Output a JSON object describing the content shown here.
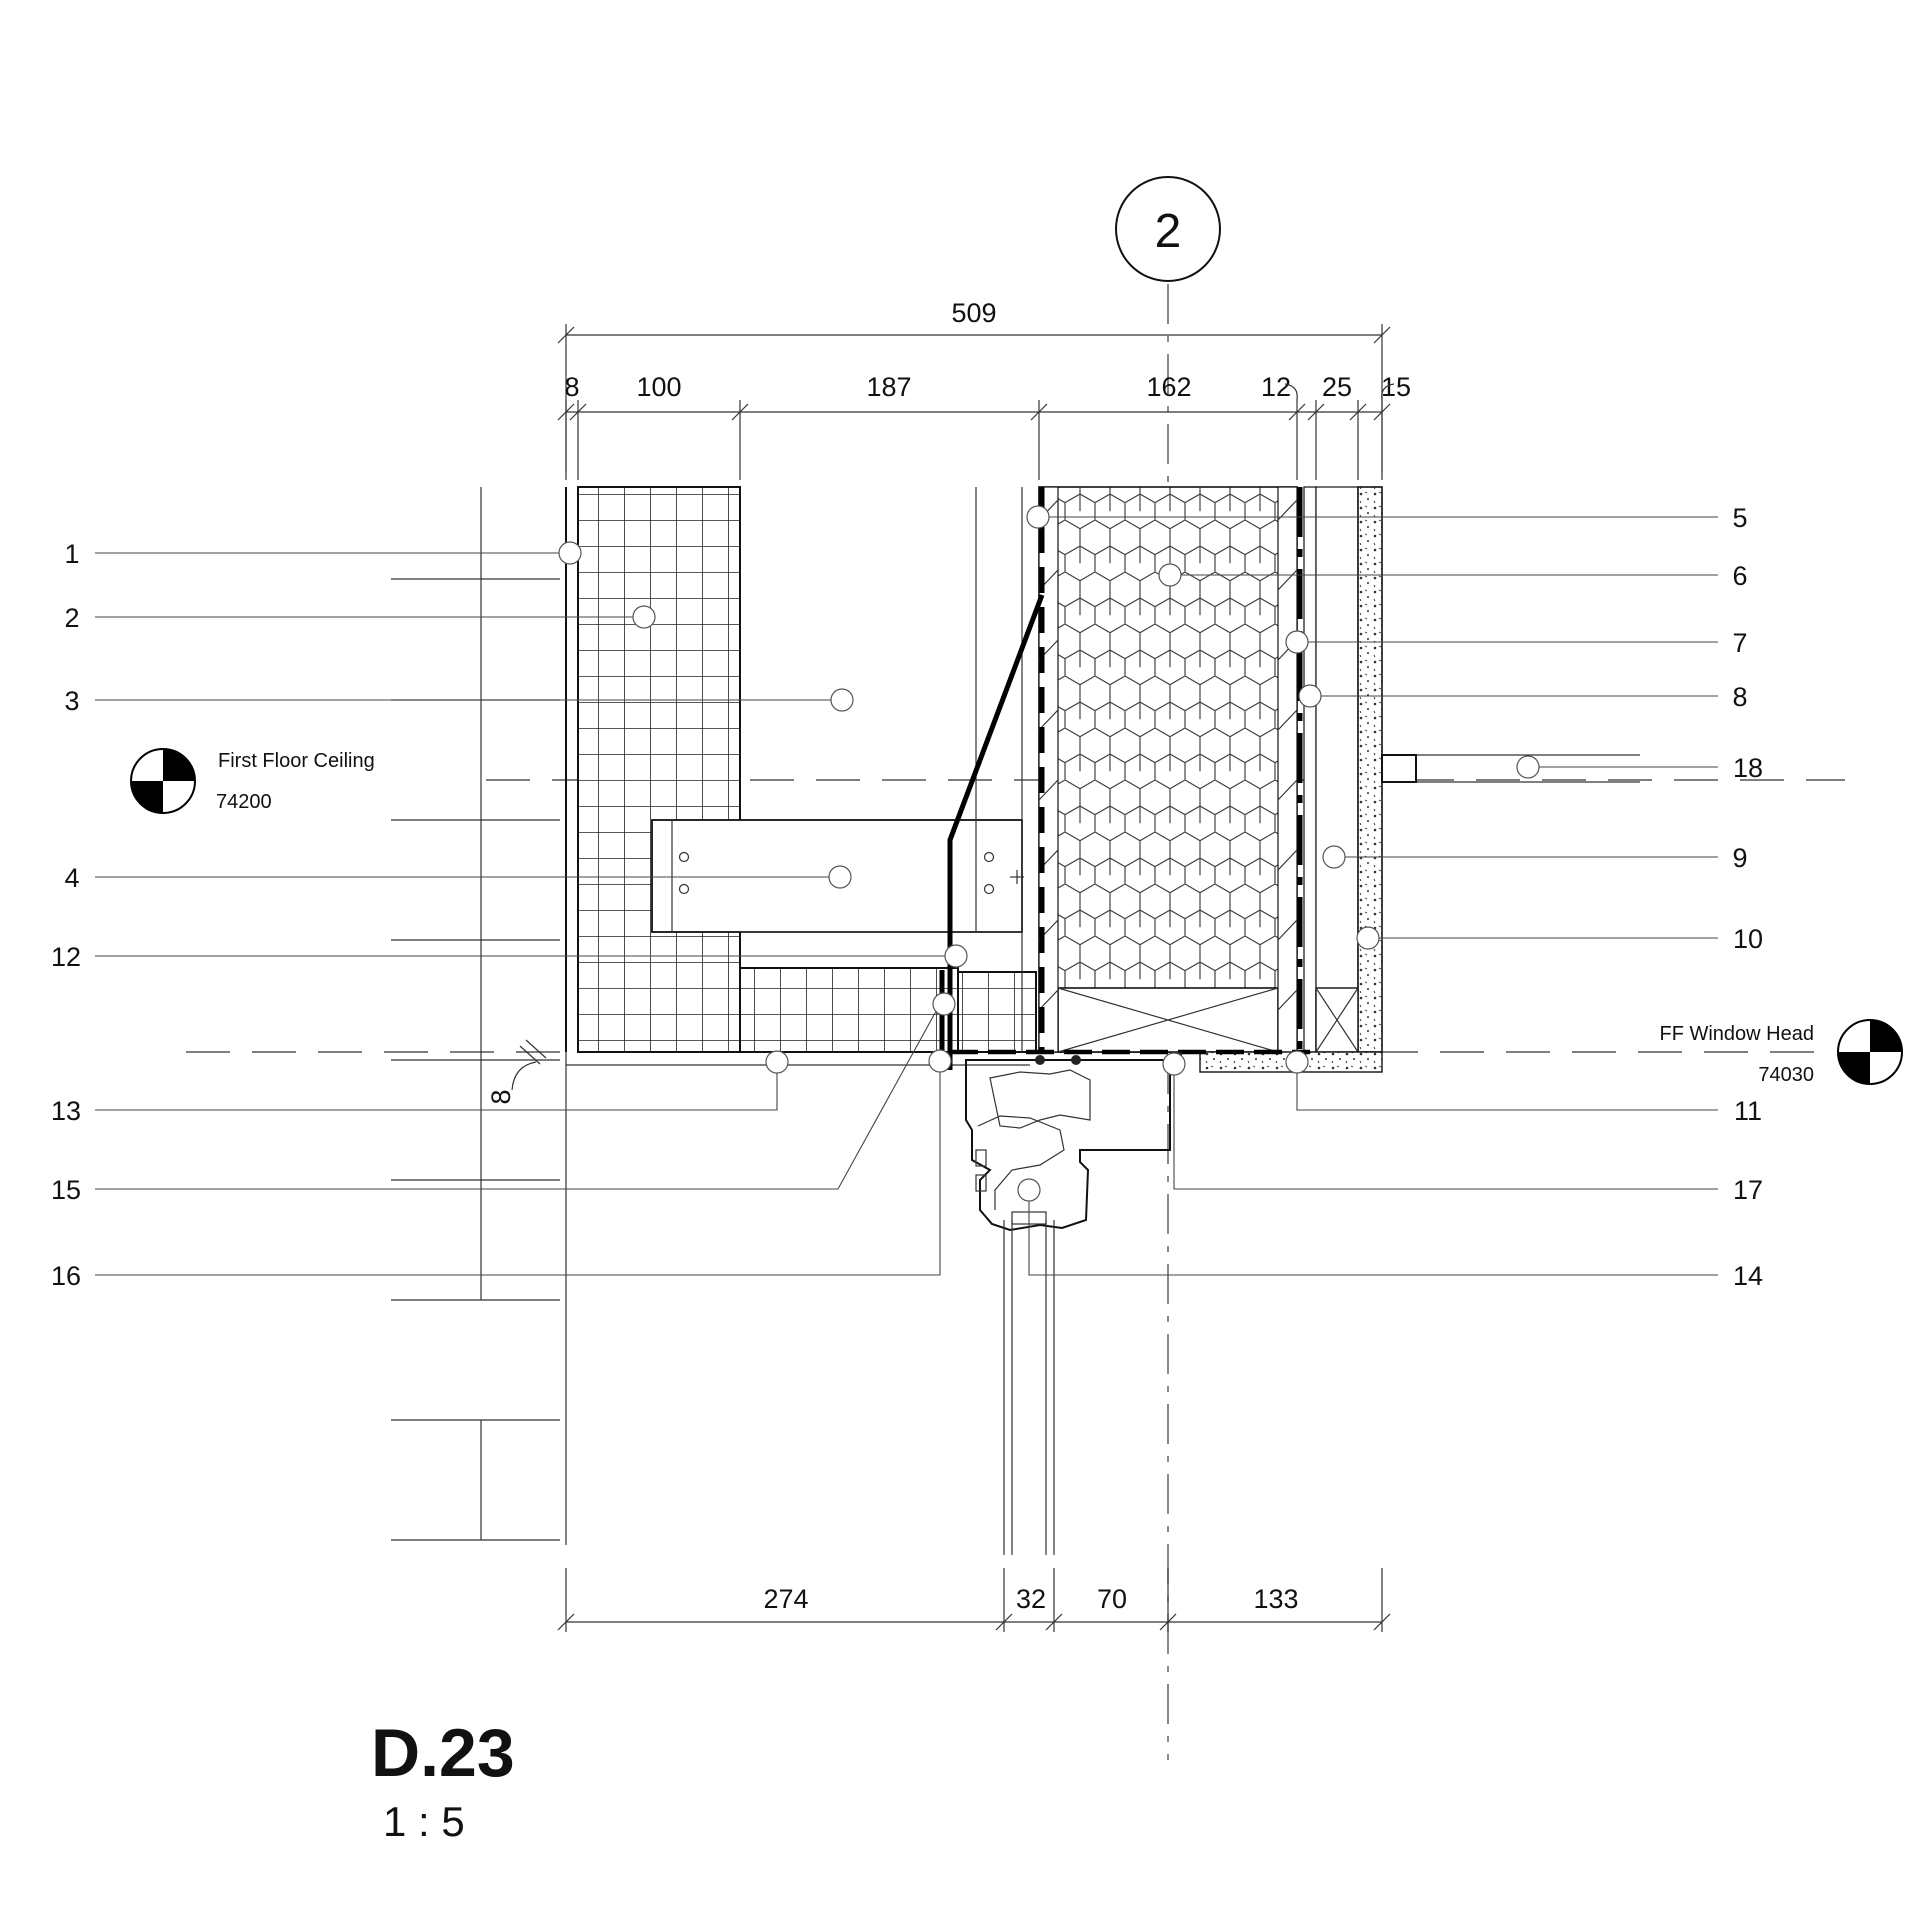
{
  "grid_marker": {
    "label": "2"
  },
  "dimensions": {
    "overall": "509",
    "top": [
      "8",
      "100",
      "187",
      "162",
      "12",
      "25",
      "15"
    ],
    "bottom": [
      "274",
      "32",
      "70",
      "133"
    ],
    "side": "8"
  },
  "callouts_left": [
    "1",
    "2",
    "3",
    "4",
    "12",
    "13",
    "15",
    "16"
  ],
  "callouts_right": [
    "5",
    "6",
    "7",
    "8",
    "18",
    "9",
    "10",
    "11",
    "17",
    "14"
  ],
  "levels": {
    "first_floor_ceiling": {
      "name": "First Floor Ceiling",
      "value": "74200"
    },
    "ff_window_head": {
      "name": "FF Window Head",
      "value": "74030"
    }
  },
  "title": {
    "code": "D.23",
    "scale": "1 : 5"
  }
}
